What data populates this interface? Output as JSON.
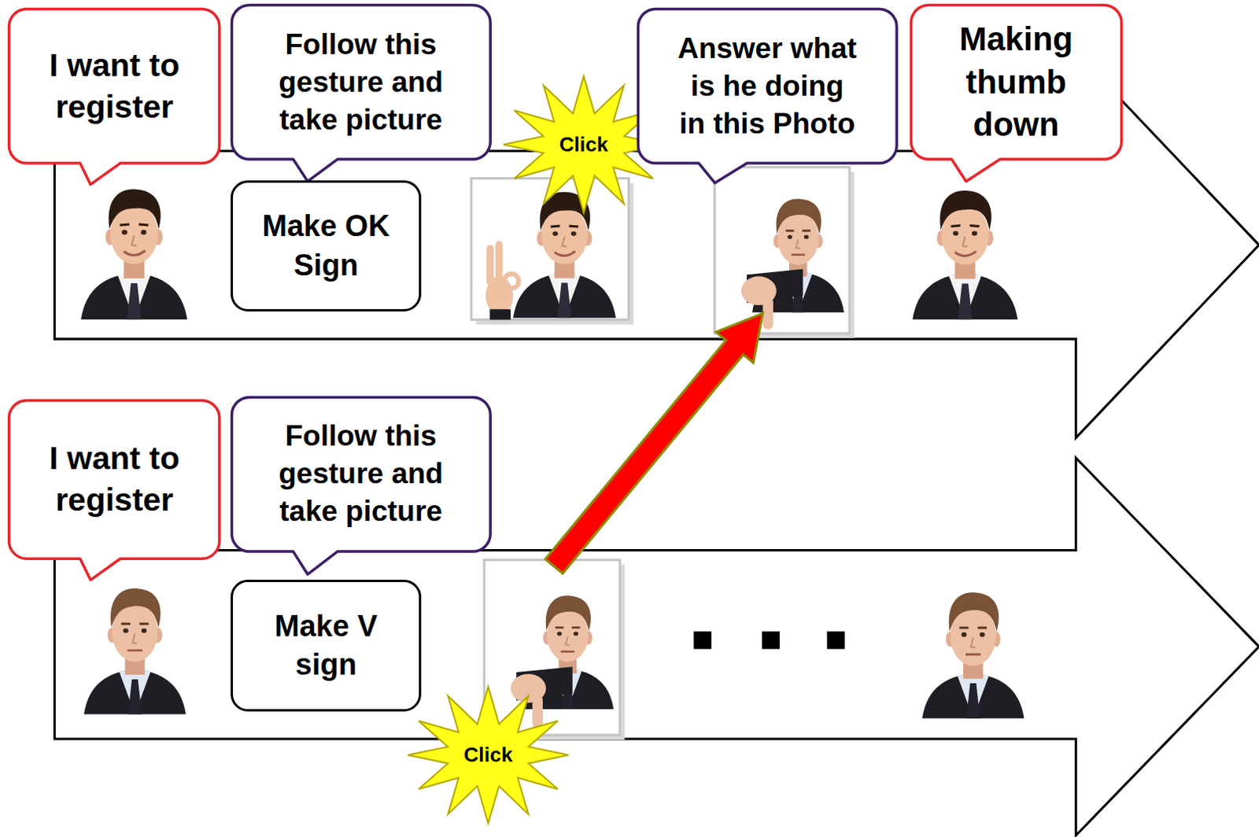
{
  "diagram": {
    "nodes": [
      {
        "text": [
          "I want to register"
        ]
      },
      {
        "text": [
          "Follow this gesture and take picture"
        ]
      },
      {
        "text": [
          "Make OK Sign"
        ]
      },
      {
        "text": [
          "Answer what is he doing in this Photo"
        ]
      },
      {
        "text": [
          "Making thumb down"
        ]
      },
      {
        "text": [
          "I want to register"
        ]
      },
      {
        "text": [
          "Follow this gesture and take picture"
        ]
      },
      {
        "text": [
          "Make V sign"
        ]
      }
    ],
    "labels": [
      "Click",
      "Click"
    ]
  }
}
